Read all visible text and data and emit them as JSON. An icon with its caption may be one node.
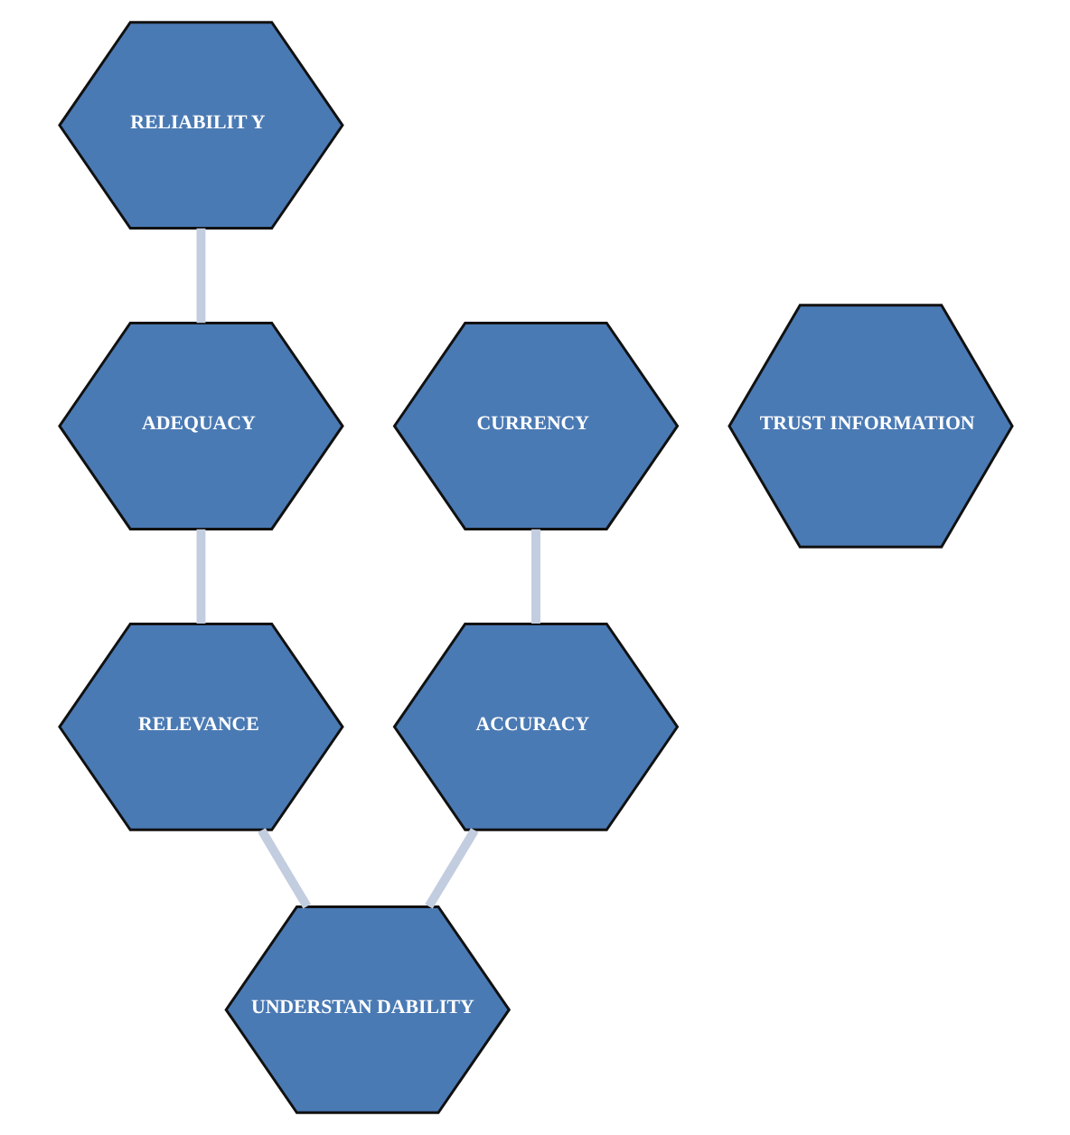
{
  "diagram": {
    "nodes": [
      {
        "text": [
          "RELIABILIT Y"
        ]
      },
      {
        "text": [
          "CURRENCY"
        ]
      },
      {
        "text": [
          "ADEQUACY"
        ]
      },
      {
        "text": [
          "TRUST INFORMATION"
        ]
      },
      {
        "text": [
          "ACCURACY"
        ]
      },
      {
        "text": [
          "RELEVANCE"
        ]
      },
      {
        "text": [
          "UNDERSTAN DABILITY"
        ]
      }
    ],
    "edges": [
      {
        "from": 0,
        "to": 2,
        "arrow": "none"
      },
      {
        "from": 2,
        "to": 5,
        "arrow": "none"
      },
      {
        "from": 5,
        "to": 6,
        "arrow": "none"
      },
      {
        "from": 6,
        "to": 4,
        "arrow": "none"
      },
      {
        "from": 4,
        "to": 1,
        "arrow": "none"
      }
    ]
  }
}
